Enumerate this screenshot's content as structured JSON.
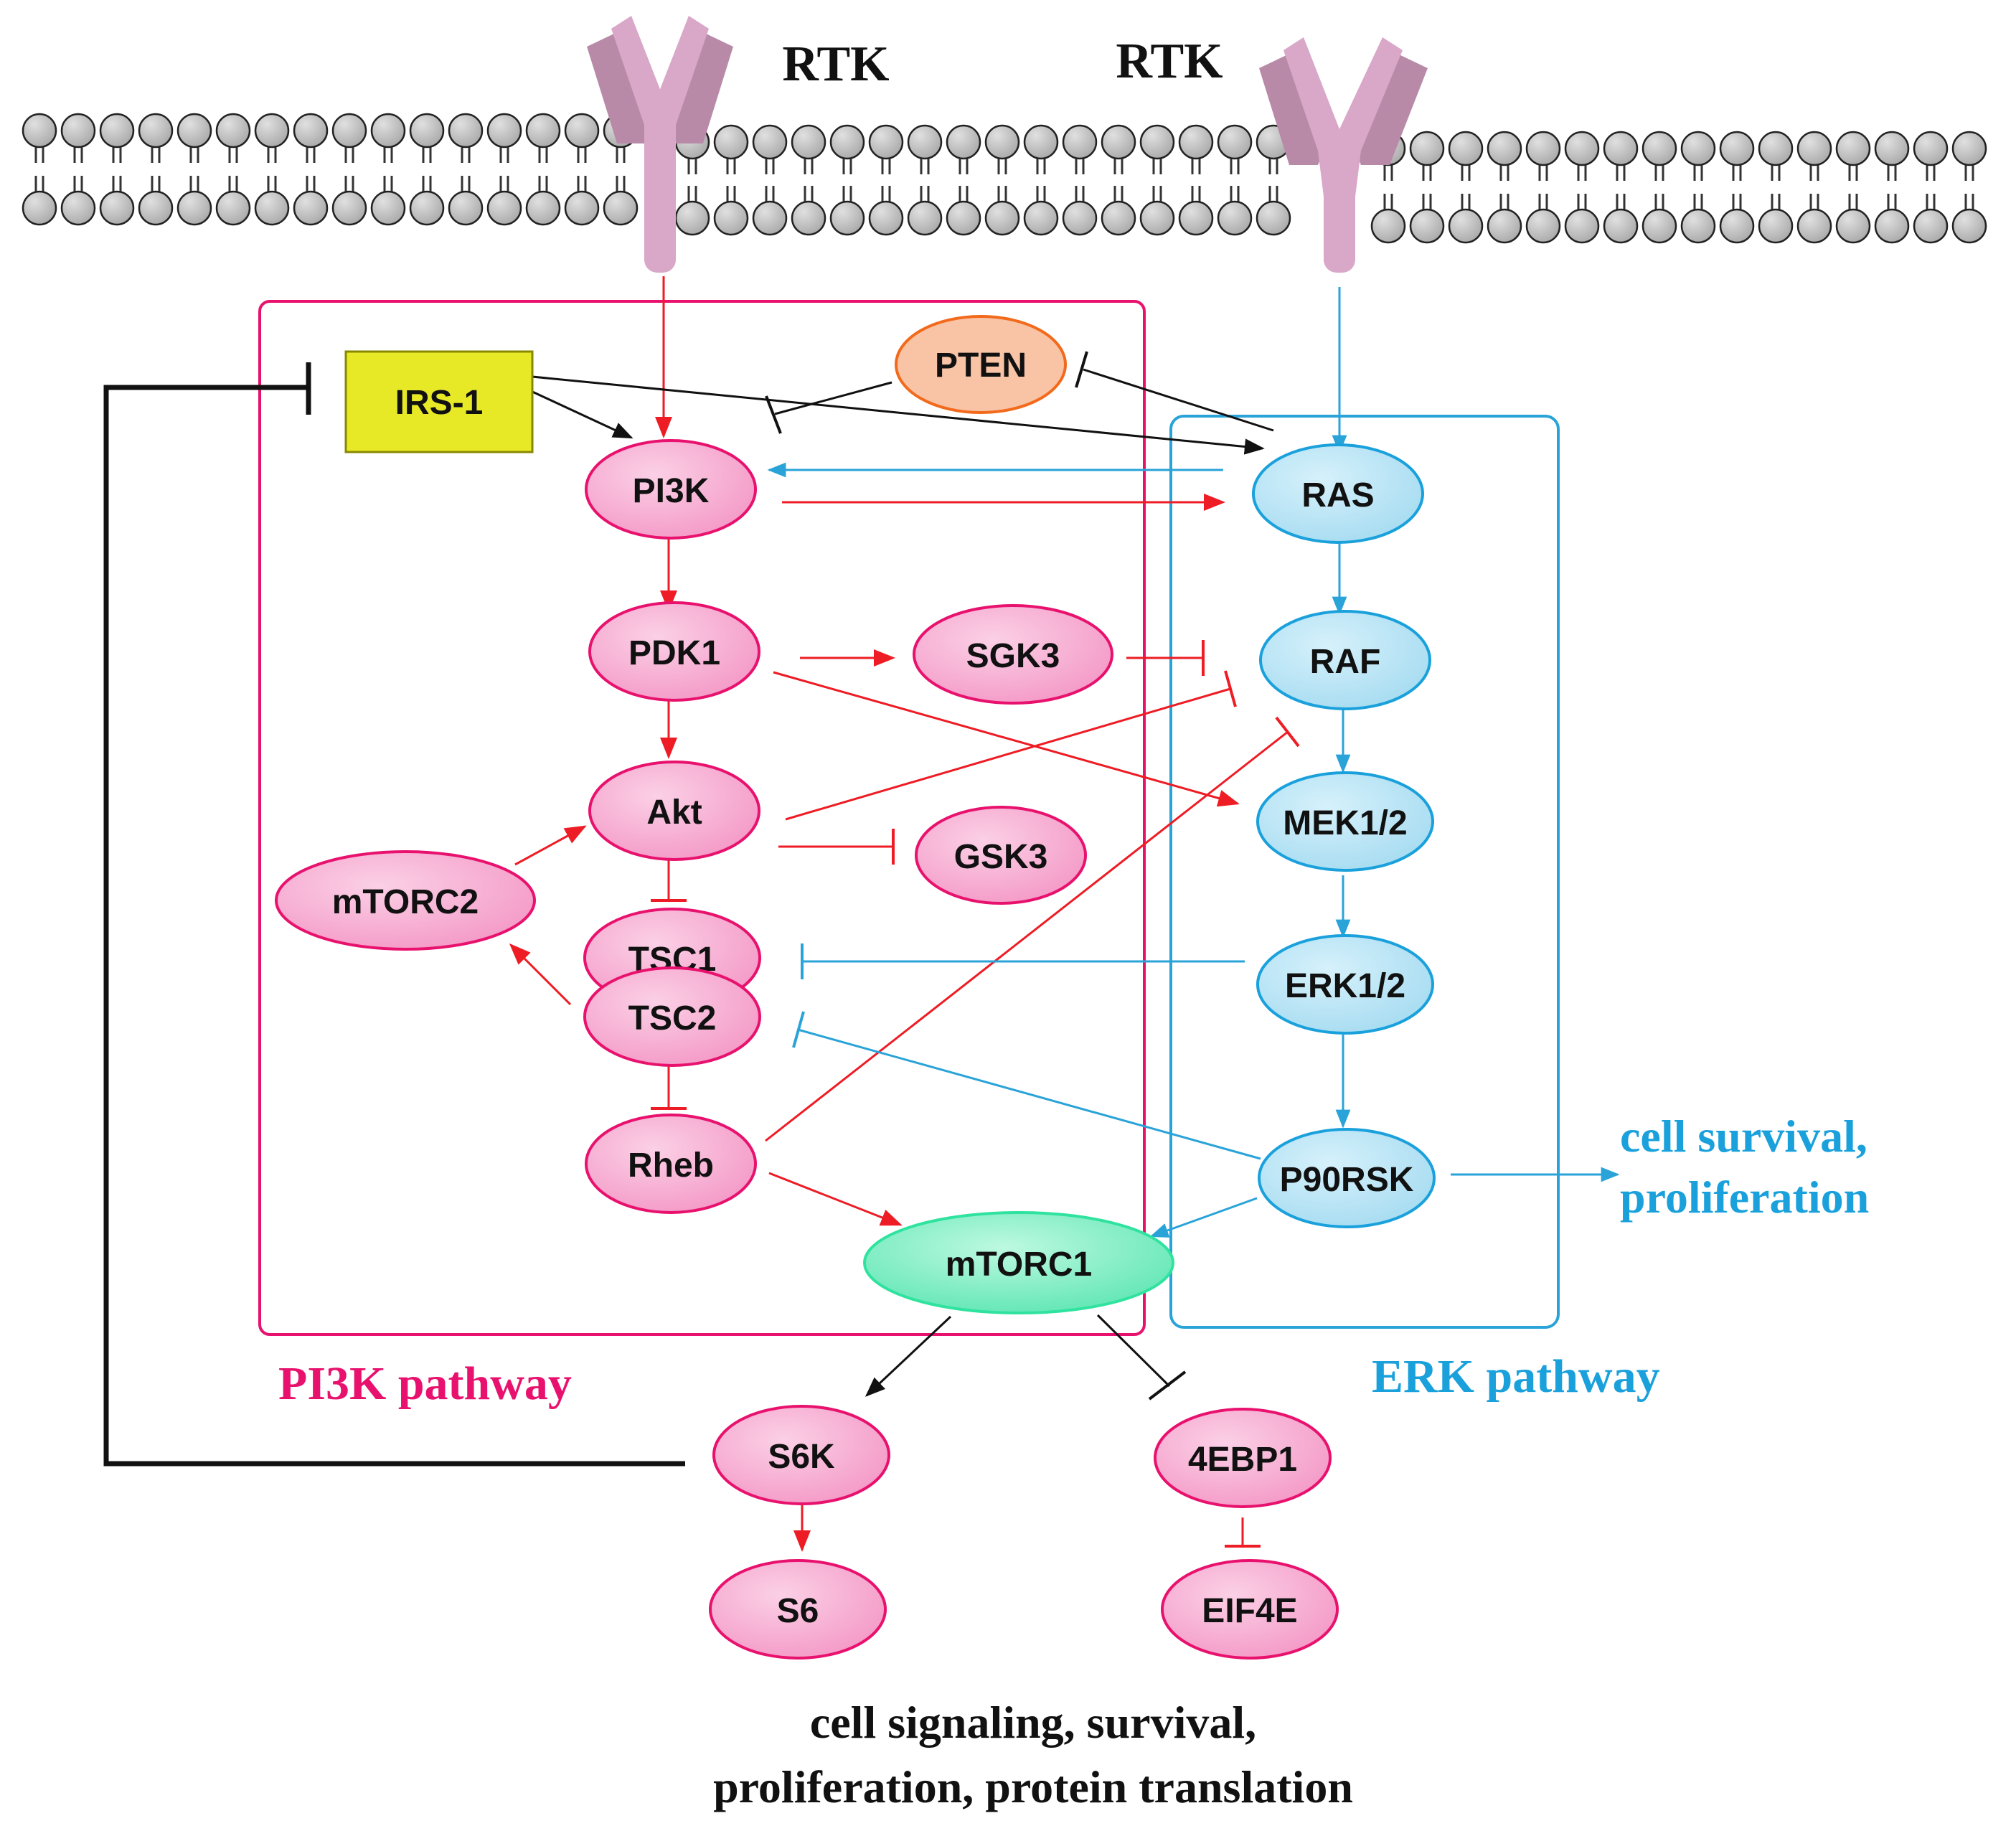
{
  "colors": {
    "pi3k": "#e8126e",
    "erk": "#1aa1dc",
    "red_arrow": "#ee1c24",
    "blue_arrow": "#29a3d8",
    "black": "#111111",
    "pink_fill": "#f7a6cf",
    "blue_fill": "#b4e2f4",
    "green_fill": "#7ff0c4",
    "pten_fill": "#f9c3a6",
    "irs_fill": "#e7e927",
    "receptor": "#d9a7c7",
    "lipid": "#b7b7b7"
  },
  "receptors": [
    {
      "label": "RTK"
    },
    {
      "label": "RTK"
    }
  ],
  "nodes": {
    "irs1": "IRS-1",
    "pten": "PTEN",
    "pi3k": "PI3K",
    "pdk1": "PDK1",
    "sgk3": "SGK3",
    "akt": "Akt",
    "gsk3": "GSK3",
    "mtorc2": "mTORC2",
    "tsc1": "TSC1",
    "tsc2": "TSC2",
    "rheb": "Rheb",
    "mtorc1": "mTORC1",
    "ras": "RAS",
    "raf": "RAF",
    "mek": "MEK1/2",
    "erk": "ERK1/2",
    "p90rsk": "P90RSK",
    "s6k": "S6K",
    "s6": "S6",
    "ebp1": "4EBP1",
    "eif4e": "EIF4E"
  },
  "pathway_labels": {
    "pi3k": "PI3K pathway",
    "erk": "ERK pathway"
  },
  "outcomes": {
    "erk_line1": "cell survival,",
    "erk_line2": "proliferation",
    "bottom_line1": "cell signaling, survival,",
    "bottom_line2": "proliferation, protein translation"
  }
}
